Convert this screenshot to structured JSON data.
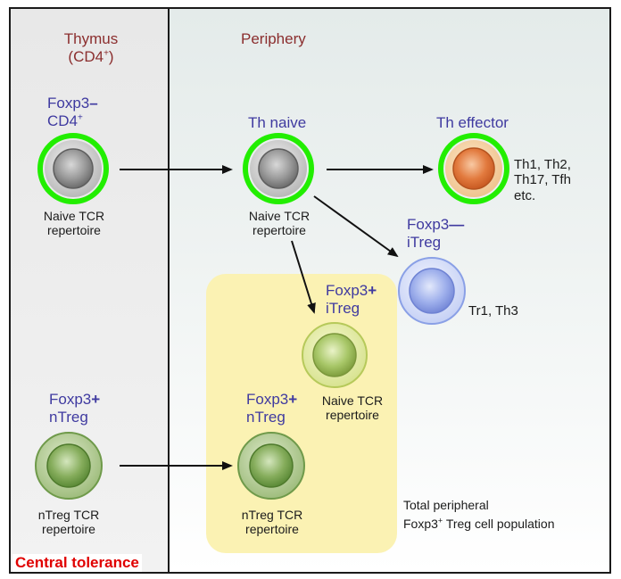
{
  "headers": {
    "thymus": "Thymus",
    "thymus_sub": "(CD4",
    "thymus_sub_sup": "+",
    "thymus_sub_close": ")",
    "periphery": "Periphery"
  },
  "thymus_naive": {
    "line1": "Foxp3",
    "line1_mark": "–",
    "line2": "CD4",
    "line2_sup": "+",
    "caption1": "Naive TCR",
    "caption2": "repertoire"
  },
  "th_naive": {
    "title": "Th naive",
    "caption1": "Naive TCR",
    "caption2": "repertoire"
  },
  "th_effector": {
    "title": "Th effector",
    "subsets1": "Th1, Th2,",
    "subsets2": "Th17, Tfh",
    "subsets3": "etc."
  },
  "itreg_neg": {
    "line1": "Foxp3",
    "line1_mark": "—",
    "line2": "iTreg",
    "subsets": "Tr1, Th3"
  },
  "itreg_pos": {
    "line1": "Foxp3",
    "line1_mark": "+",
    "line2": "iTreg",
    "caption1": "Naive TCR",
    "caption2": "repertoire"
  },
  "ntreg_thymus": {
    "line1": "Foxp3",
    "line1_mark": "+",
    "line2": "nTreg",
    "caption1": "nTreg TCR",
    "caption2": "repertoire"
  },
  "ntreg_periphery": {
    "line1": "Foxp3",
    "line1_mark": "+",
    "line2": "nTreg",
    "caption1": "nTreg TCR",
    "caption2": "repertoire"
  },
  "total_population": {
    "line1": "Total peripheral",
    "line2_a": "Foxp3",
    "line2_sup": "+",
    "line2_b": " Treg cell population"
  },
  "footer": {
    "central_tolerance": "Central tolerance"
  },
  "colors": {
    "highlight_ring": "#22ee00",
    "naive_cell": "#8f8f8f",
    "effector_cell": "#e0733a",
    "itreg_neg_cell": "#7f94e0",
    "treg_cell": "#7aa352",
    "itreg_pos_cell": "#8fae4f",
    "treg_region": "#fbf2b3",
    "title_text": "#3f3aa0",
    "header_text": "#8b2e2e",
    "central_text": "#e00000"
  }
}
